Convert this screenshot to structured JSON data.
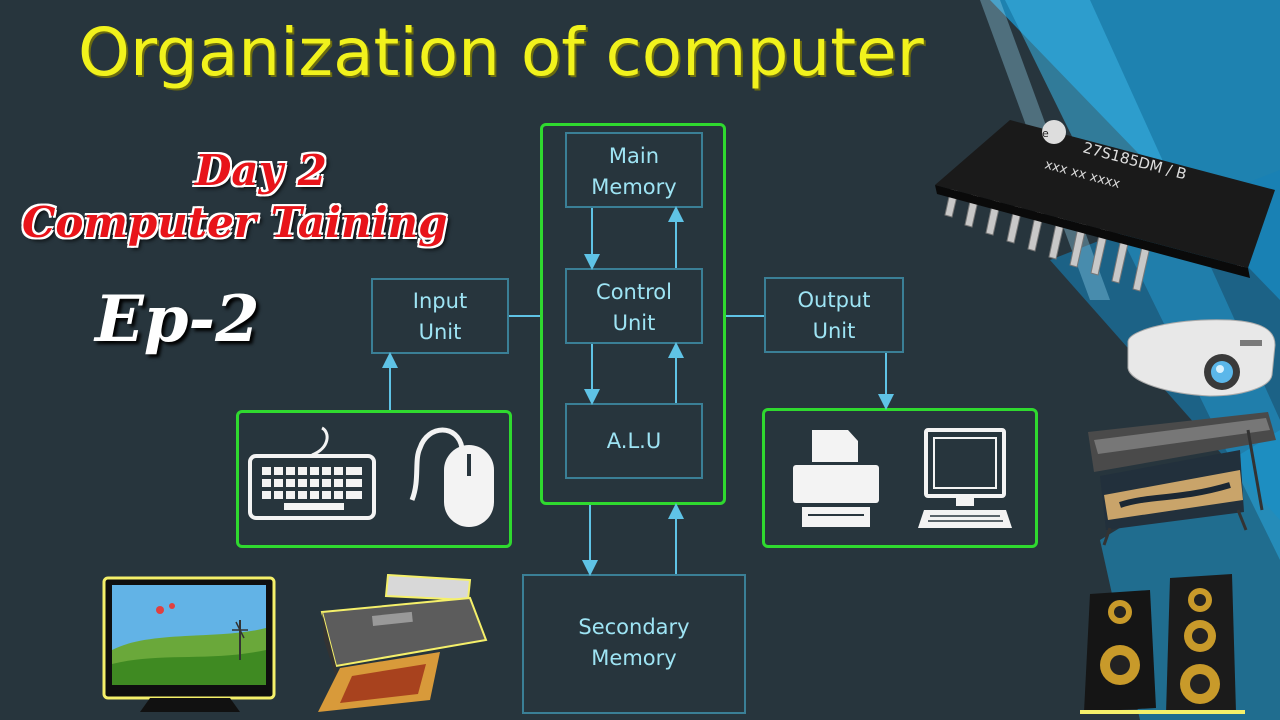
{
  "title": "Organization of computer",
  "subtitle": {
    "day": "Day 2",
    "course": "Computer Taining",
    "episode": "Ep-2"
  },
  "diagram": {
    "main_memory": "Main\nMemory",
    "control_unit": "Control\nUnit",
    "alu": "A.L.U",
    "input_unit": "Input\nUnit",
    "output_unit": "Output\nUnit",
    "secondary_memory": "Secondary\nMemory"
  },
  "chip_marking": {
    "line1": "27S185DM / B",
    "line2": "xxx  xx  xxxx"
  },
  "colors": {
    "background": "#27353d",
    "title": "#f1f21c",
    "box_border": "#3a7f96",
    "label": "#9ee4f4",
    "highlight_border": "#2fd92f",
    "accent_red": "#e8141a",
    "accent_blue": "#1d9fd8"
  },
  "icons": [
    "keyboard-icon",
    "mouse-icon",
    "printer-icon",
    "monitor-icon",
    "chip-icon",
    "projector-icon",
    "plotter-icon",
    "speaker-icon"
  ]
}
